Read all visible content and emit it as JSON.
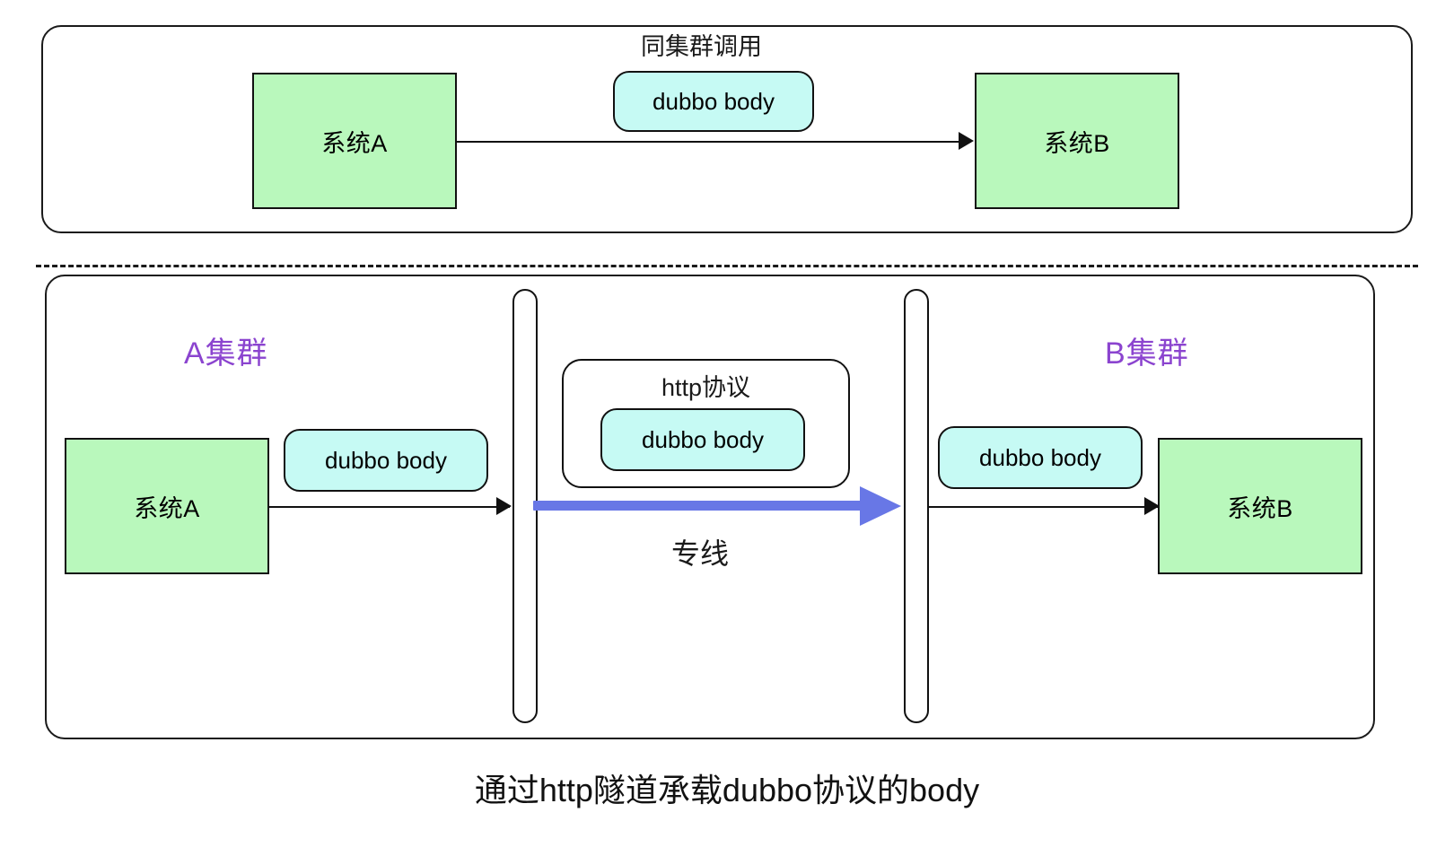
{
  "diagram": {
    "caption": "通过http隧道承载dubbo协议的body",
    "colors": {
      "system_box_fill": "#b9f8bc",
      "system_box_stroke": "#111111",
      "body_pill_fill": "#c6faf4",
      "body_pill_stroke": "#111111",
      "cluster_label_text": "#8b44cf",
      "dedicated_line": "#6877e6",
      "panel_stroke": "#1a1a1a",
      "background": "#ffffff"
    },
    "panels": [
      {
        "id": "same-cluster",
        "title": "同集群调用",
        "source_system": "系统A",
        "target_system": "系统B",
        "payload_label": "dubbo body"
      },
      {
        "id": "cross-cluster",
        "left_cluster_label": "A集群",
        "right_cluster_label": "B集群",
        "source_system": "系统A",
        "target_system": "系统B",
        "payload_left": "dubbo body",
        "payload_right": "dubbo body",
        "tunnel_protocol": "http协议",
        "tunnel_payload": "dubbo body",
        "link_label": "专线"
      }
    ]
  }
}
